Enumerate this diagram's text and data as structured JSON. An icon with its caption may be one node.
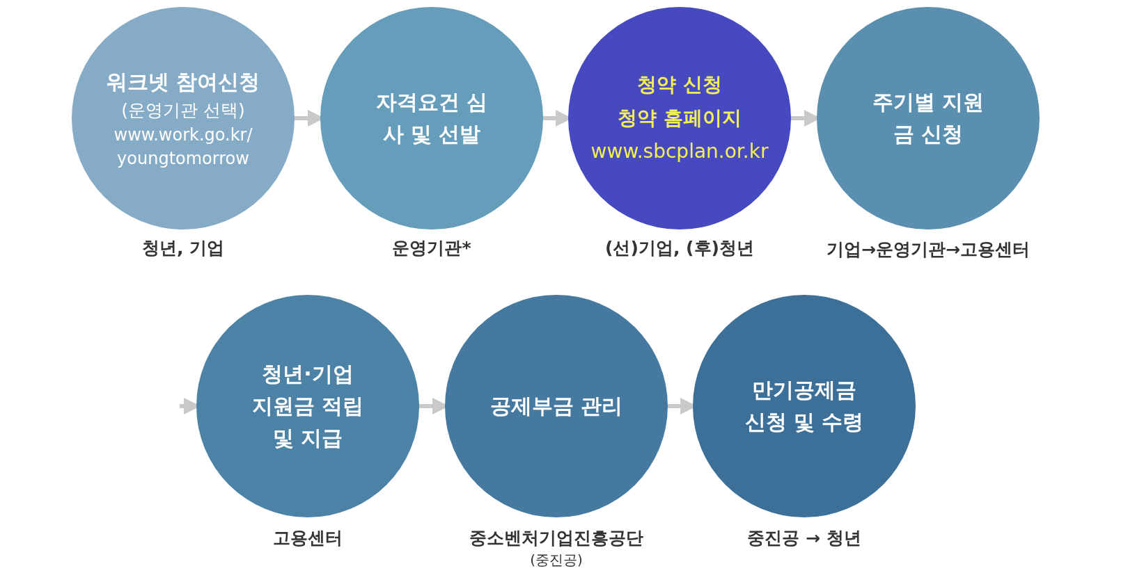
{
  "diagram": {
    "nodes": [
      {
        "text": [
          "워크넷 참여신청",
          "(운영기관 선택)",
          "www.work.go.kr/ youngtomorrow"
        ],
        "beside": [
          "청년, 기업"
        ]
      },
      {
        "text": [
          "자격요건 심사 및 선발"
        ],
        "beside": [
          "운영기관*"
        ]
      },
      {
        "text": [
          "청약 신청",
          "청약 홈페이지",
          "www.sbcplan.or.kr"
        ],
        "beside": [
          "(선)기업, (후)청년"
        ]
      },
      {
        "text": [
          "주기별 지원금 신청"
        ],
        "beside": [
          "기업→운영기관→고용센터"
        ]
      },
      {
        "text": [
          "청년·기업 지원금 적립 및 지급"
        ],
        "beside": [
          "고용센터"
        ]
      },
      {
        "text": [
          "공제부금 관리"
        ],
        "beside": [
          "중소벤처기업진흥공단",
          "(중진공)"
        ]
      },
      {
        "text": [
          "만기공제금 신청 및 수령"
        ],
        "beside": [
          "중진공 → 청년"
        ]
      }
    ],
    "edges": [
      {
        "from": 0,
        "to": 1,
        "arrow": "to"
      },
      {
        "from": 1,
        "to": 2,
        "arrow": "to"
      },
      {
        "from": 2,
        "to": 3,
        "arrow": "to"
      },
      {
        "from": null,
        "to": 4,
        "arrow": "to"
      },
      {
        "from": 4,
        "to": 5,
        "arrow": "to"
      },
      {
        "from": 5,
        "to": 6,
        "arrow": "to"
      }
    ]
  }
}
